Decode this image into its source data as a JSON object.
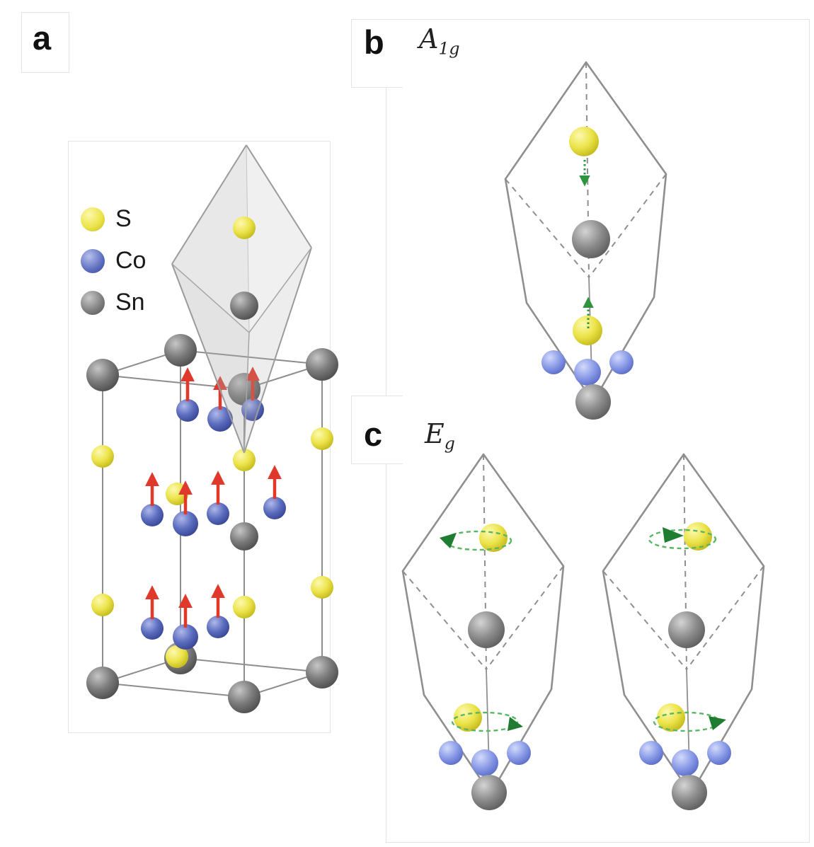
{
  "panels": {
    "a": {
      "label": "a",
      "legend": [
        {
          "symbol": "S",
          "color": "#ece44a"
        },
        {
          "symbol": "Co",
          "color": "#5d6dbf"
        },
        {
          "symbol": "Sn",
          "color": "#7b7b7b"
        }
      ]
    },
    "b": {
      "label": "b",
      "mode_main": "A",
      "mode_sub": "1g"
    },
    "c": {
      "label": "c",
      "mode_main": "E",
      "mode_sub": "g"
    }
  },
  "colors": {
    "sulfur": "#ece44a",
    "cobalt_dark": "#5d6dbf",
    "cobalt_light": "#8c9ce8",
    "tin": "#7b7b7b",
    "magnetic_moment_arrow": "#e0392b",
    "phonon_displacement_arrow": "#2e9440",
    "cell_frame": "#8f8f8f"
  }
}
